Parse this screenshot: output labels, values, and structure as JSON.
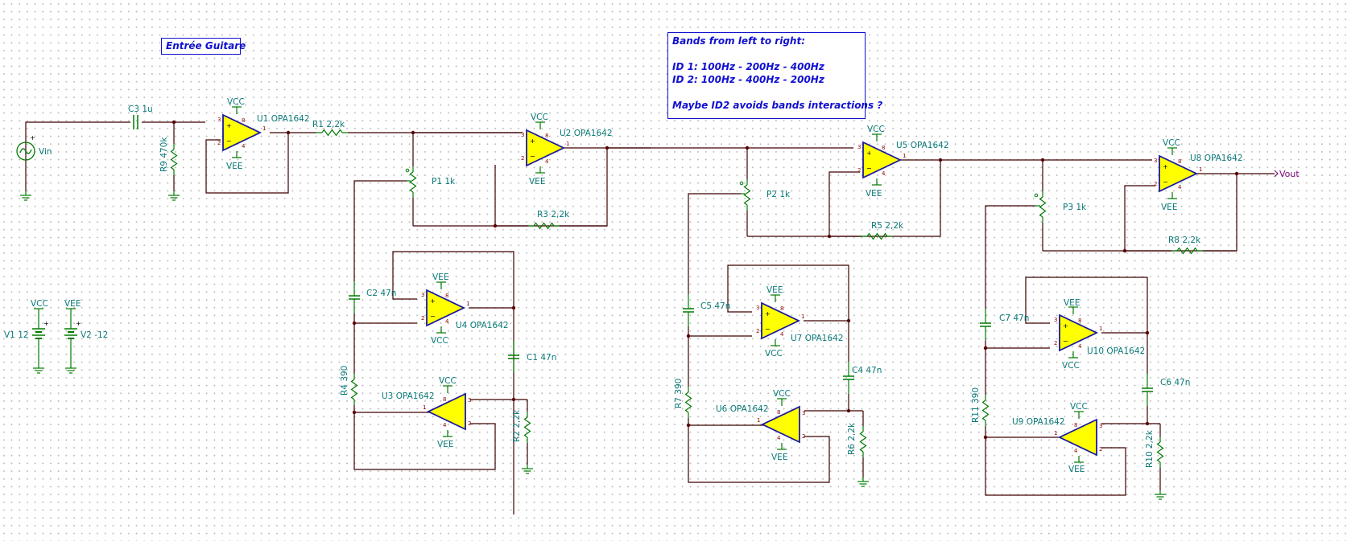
{
  "notes": {
    "input": "Entrée Guitare",
    "bands": [
      "Bands from left to right:",
      "",
      "ID 1: 100Hz - 200Hz - 400Hz",
      "ID 2: 100Hz - 400Hz - 200Hz",
      "",
      "Maybe ID2 avoids bands interactions ?"
    ]
  },
  "supply_labels": {
    "vcc": "VCC",
    "vee": "VEE"
  },
  "ports": {
    "input": "Vin",
    "output": "Vout"
  },
  "components": {
    "C3": "C3 1u",
    "R9": "R9 470k",
    "U1": "U1 OPA1642",
    "R1": "R1 2,2k",
    "U2": "U2 OPA1642",
    "P1": "P1 1k",
    "R3": "R3 2,2k",
    "C2": "C2 47n",
    "U4": "U4 OPA1642",
    "C1": "C1 47n",
    "R4": "R4 390",
    "U3": "U3 OPA1642",
    "R2": "R2 2,2k",
    "U5": "U5 OPA1642",
    "P2": "P2 1k",
    "R5": "R5 2,2k",
    "C5": "C5 47n",
    "U7": "U7 OPA1642",
    "C4": "C4 47n",
    "R7": "R7 390",
    "U6": "U6 OPA1642",
    "R6": "R6 2,2k",
    "U8": "U8 OPA1642",
    "P3": "P3 1k",
    "R8": "R8 2,2k",
    "C7": "C7 47n",
    "U10": "U10 OPA1642",
    "C6": "C6 47n",
    "R11": "R11 390",
    "U9": "U9 OPA1642",
    "R10": "R10 2,2k",
    "V1": "V1 12",
    "V2": "V2 -12"
  },
  "colors": {
    "wire": "#3d0000",
    "component": "#007a00",
    "opamp_fill": "#ffff00",
    "opamp_stroke": "#1a1aa0",
    "label": "#0a7878",
    "note": "#1010d0",
    "grid_dot": "#b9b9b9"
  },
  "icons": [
    "ac-source-icon",
    "battery-icon",
    "ground-icon",
    "opamp-icon",
    "resistor-icon",
    "capacitor-icon",
    "potentiometer-icon"
  ]
}
